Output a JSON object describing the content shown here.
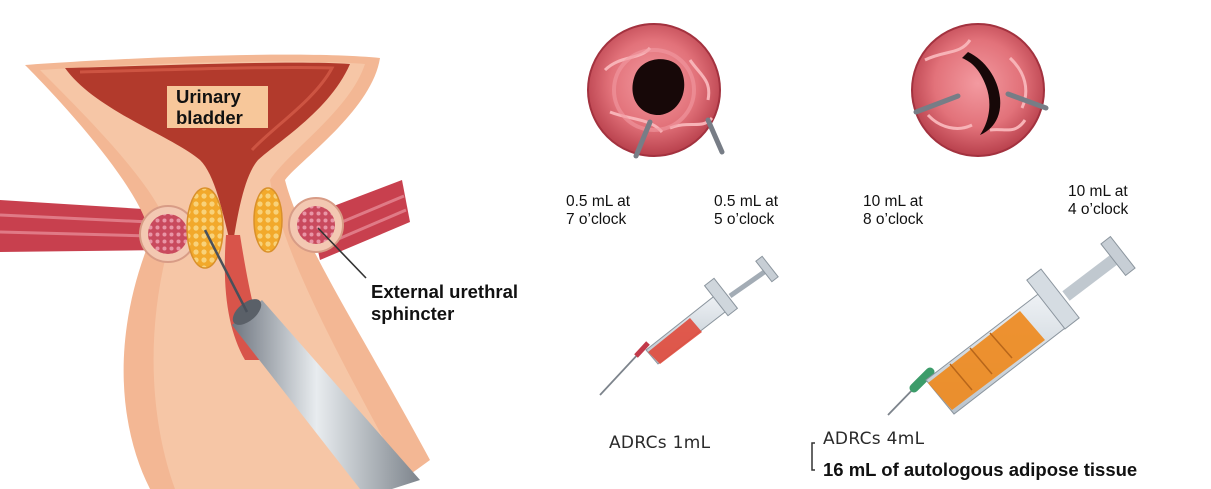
{
  "anatomy": {
    "bladder_label": [
      "Urinary",
      "bladder"
    ],
    "sphincter_label": [
      "External urethral",
      "sphincter"
    ]
  },
  "views": [
    {
      "dose": "0.5 mL at",
      "position": "7 o’clock"
    },
    {
      "dose": "0.5 mL at",
      "position": "5 o’clock"
    },
    {
      "dose": "10 mL at",
      "position": "8 o’clock"
    },
    {
      "dose": "10 mL at",
      "position": "4 o’clock"
    }
  ],
  "syringes": {
    "left_label": "ADRCs 1mL",
    "right_label": "ADRCs 4mL",
    "right_sublabel": "16 mL of autologous adipose tissue"
  },
  "colors": {
    "tissue_peach": "#f1b08c",
    "bladder_red": "#b53c2e",
    "mucosa_pink": "#de6e74",
    "muscle_red": "#c43b4a",
    "adipose_yellow": "#f0b23a",
    "syringe_red": "#e04a3c",
    "syringe_orange": "#ee8a20",
    "needle_green": "#3c9c6a"
  }
}
